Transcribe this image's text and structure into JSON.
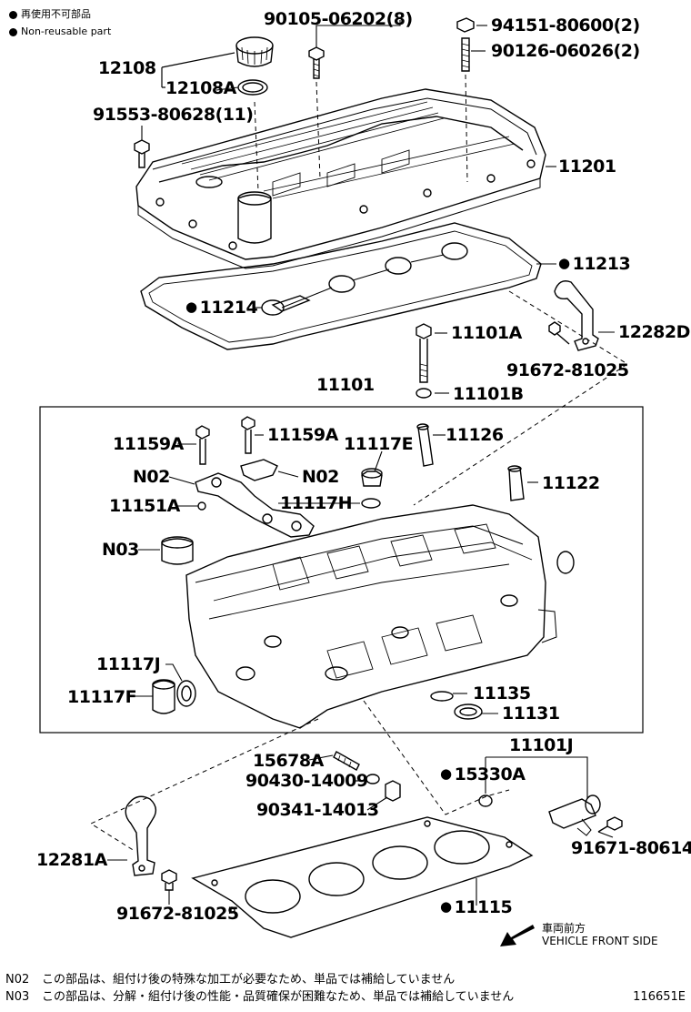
{
  "legend": {
    "line1": "再使用不可部品",
    "line2": "Non-reusable part"
  },
  "labels": {
    "p12108": "12108",
    "p12108A": "12108A",
    "p90105": "90105-06202(8)",
    "p94151": "94151-80600(2)",
    "p90126": "90126-06026(2)",
    "p91553": "91553-80628(11)",
    "p11201": "11201",
    "p11213": "11213",
    "p11214": "11214",
    "p11101A": "11101A",
    "p12282D": "12282D",
    "p91672a": "91672-81025",
    "p11101B": "11101B",
    "p11101": "11101",
    "p11159A_1": "11159A",
    "p11159A_2": "11159A",
    "p11117E": "11117E",
    "p11126": "11126",
    "pN02_1": "N02",
    "pN02_2": "N02",
    "p11122": "11122",
    "p11151A": "11151A",
    "p11117H": "11117H",
    "pN03": "N03",
    "p11117J": "11117J",
    "p11117F": "11117F",
    "p11135": "11135",
    "p11131": "11131",
    "p11101J": "11101J",
    "p15678A": "15678A",
    "p90430": "90430-14009",
    "p15330A": "15330A",
    "p90341": "90341-14013",
    "p91671": "91671-80614",
    "p12281A": "12281A",
    "p11115": "11115",
    "p91672b": "91672-81025"
  },
  "front": {
    "jp": "車両前方",
    "en": "VEHICLE FRONT SIDE"
  },
  "notes": [
    {
      "code": "N02",
      "text": "この部品は、組付け後の特殊な加工が必要なため、単品では補給していません"
    },
    {
      "code": "N03",
      "text": "この部品は、分解・組付け後の性能・品質確保が困難なため、単品では補給していません"
    }
  ],
  "figure_id": "116651E"
}
